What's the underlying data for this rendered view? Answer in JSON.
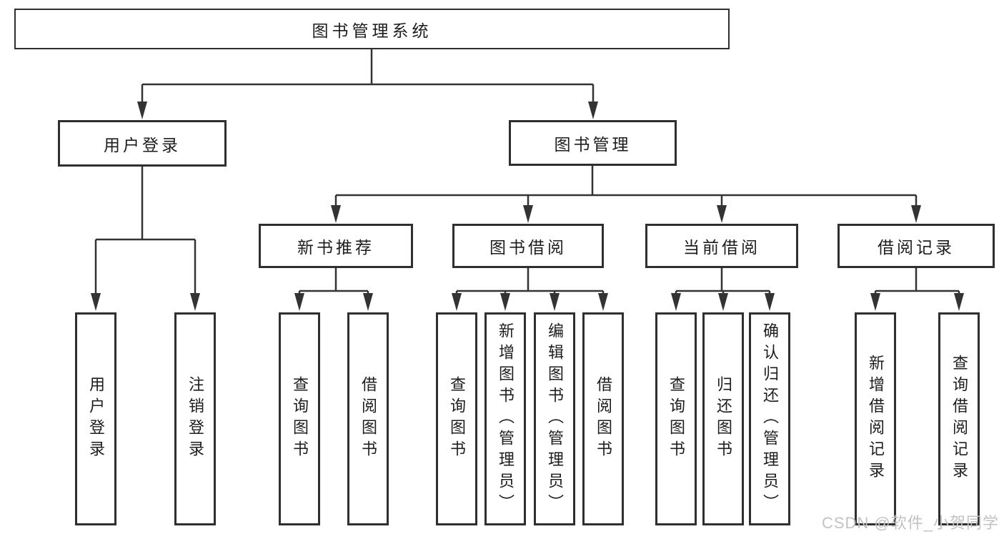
{
  "colors": {
    "background": "#ffffff",
    "line": "#333333",
    "box_border": "#2f2f2f",
    "text": "#1d1d1d",
    "watermark": "#c2c2c2"
  },
  "tree": {
    "root": {
      "label": "图书管理系统"
    },
    "branches": [
      {
        "label": "用户登录",
        "children": [
          {
            "label": "用户登录"
          },
          {
            "label": "注销登录"
          }
        ]
      },
      {
        "label": "图书管理",
        "children": [
          {
            "label": "新书推荐",
            "children": [
              {
                "label": "查询图书"
              },
              {
                "label": "借阅图书"
              }
            ]
          },
          {
            "label": "图书借阅",
            "children": [
              {
                "label": "查询图书"
              },
              {
                "label": "新增图书（管理员）"
              },
              {
                "label": "编辑图书（管理员）"
              },
              {
                "label": "借阅图书"
              }
            ]
          },
          {
            "label": "当前借阅",
            "children": [
              {
                "label": "查询图书"
              },
              {
                "label": "归还图书"
              },
              {
                "label": "确认归还（管理员）"
              }
            ]
          },
          {
            "label": "借阅记录",
            "children": [
              {
                "label": "新增借阅记录"
              },
              {
                "label": "查询借阅记录"
              }
            ]
          }
        ]
      }
    ]
  },
  "watermark": {
    "text": "CSDN @软件_小贺同学"
  }
}
